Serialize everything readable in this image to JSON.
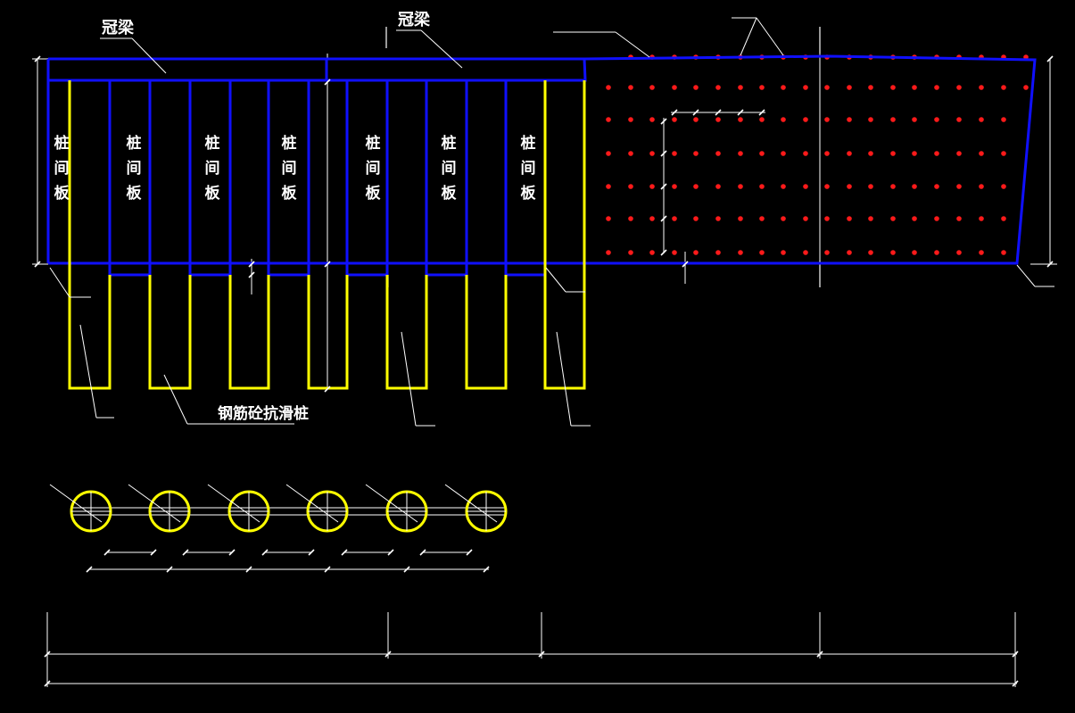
{
  "labels": {
    "crown_beam_left": "冠梁",
    "crown_beam_right": "冠梁",
    "pile_name": "钢筋砼抗滑桩",
    "panel_chars": [
      "桩",
      "间",
      "板"
    ]
  },
  "panels_count": 7,
  "colors": {
    "background": "#000000",
    "crown_beam": "#1010ff",
    "pile": "#ffff00",
    "anchor_dot": "#ff1a1a",
    "leader": "#ffffff"
  }
}
